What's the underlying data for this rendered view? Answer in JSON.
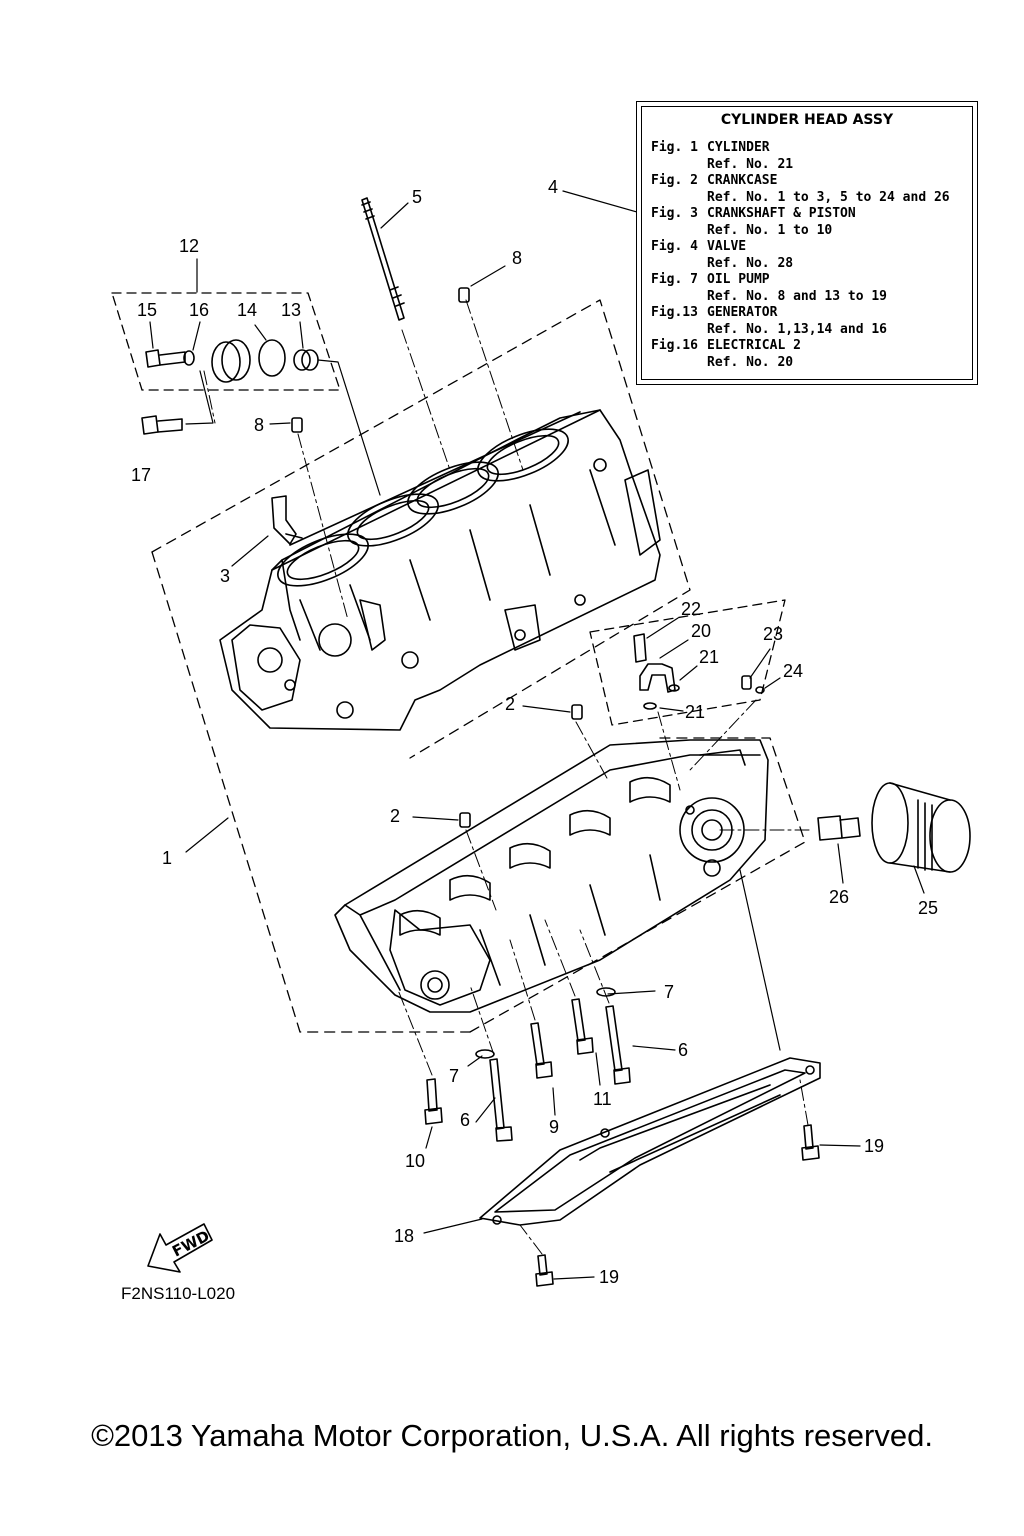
{
  "legend": {
    "title": "CYLINDER HEAD ASSY",
    "entries": [
      {
        "fig": "Fig. 1",
        "name": "CYLINDER",
        "ref": "Ref. No. 21"
      },
      {
        "fig": "Fig. 2",
        "name": "CRANKCASE",
        "ref": "Ref. No. 1 to 3, 5 to 24 and 26"
      },
      {
        "fig": "Fig. 3",
        "name": "CRANKSHAFT & PISTON",
        "ref": "Ref. No. 1 to 10"
      },
      {
        "fig": "Fig. 4",
        "name": "VALVE",
        "ref": "Ref. No. 28"
      },
      {
        "fig": "Fig. 7",
        "name": "OIL PUMP",
        "ref": "Ref. No. 8 and 13 to 19"
      },
      {
        "fig": "Fig.13",
        "name": "GENERATOR",
        "ref": "Ref. No. 1,13,14 and 16"
      },
      {
        "fig": "Fig.16",
        "name": "ELECTRICAL 2",
        "ref": "Ref. No. 20"
      }
    ]
  },
  "callouts": [
    "1",
    "2",
    "2",
    "3",
    "4",
    "5",
    "6",
    "6",
    "7",
    "7",
    "8",
    "8",
    "9",
    "10",
    "11",
    "12",
    "13",
    "14",
    "15",
    "16",
    "17",
    "18",
    "19",
    "19",
    "20",
    "21",
    "21",
    "22",
    "23",
    "24",
    "25",
    "26"
  ],
  "fwd_label": "FWD",
  "figure_code": "F2NS110-L020",
  "copyright": "©2013 Yamaha Motor Corporation, U.S.A. All rights reserved.",
  "colors": {
    "ink": "#000000",
    "paper": "#ffffff"
  }
}
